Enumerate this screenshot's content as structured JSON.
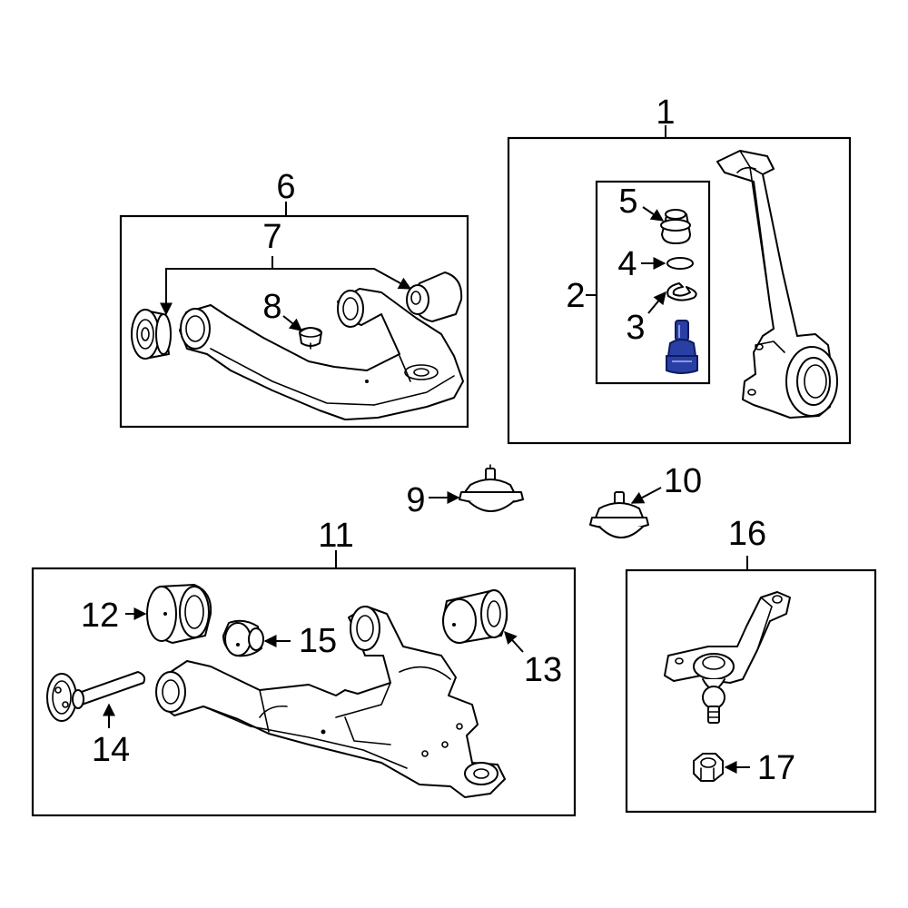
{
  "callouts": {
    "c1": "1",
    "c2": "2",
    "c3": "3",
    "c4": "4",
    "c5": "5",
    "c6": "6",
    "c7": "7",
    "c8": "8",
    "c9": "9",
    "c10": "10",
    "c11": "11",
    "c12": "12",
    "c13": "13",
    "c14": "14",
    "c15": "15",
    "c16": "16",
    "c17": "17"
  },
  "highlight_color": "#2a3fa3",
  "highlighted_part": "3"
}
